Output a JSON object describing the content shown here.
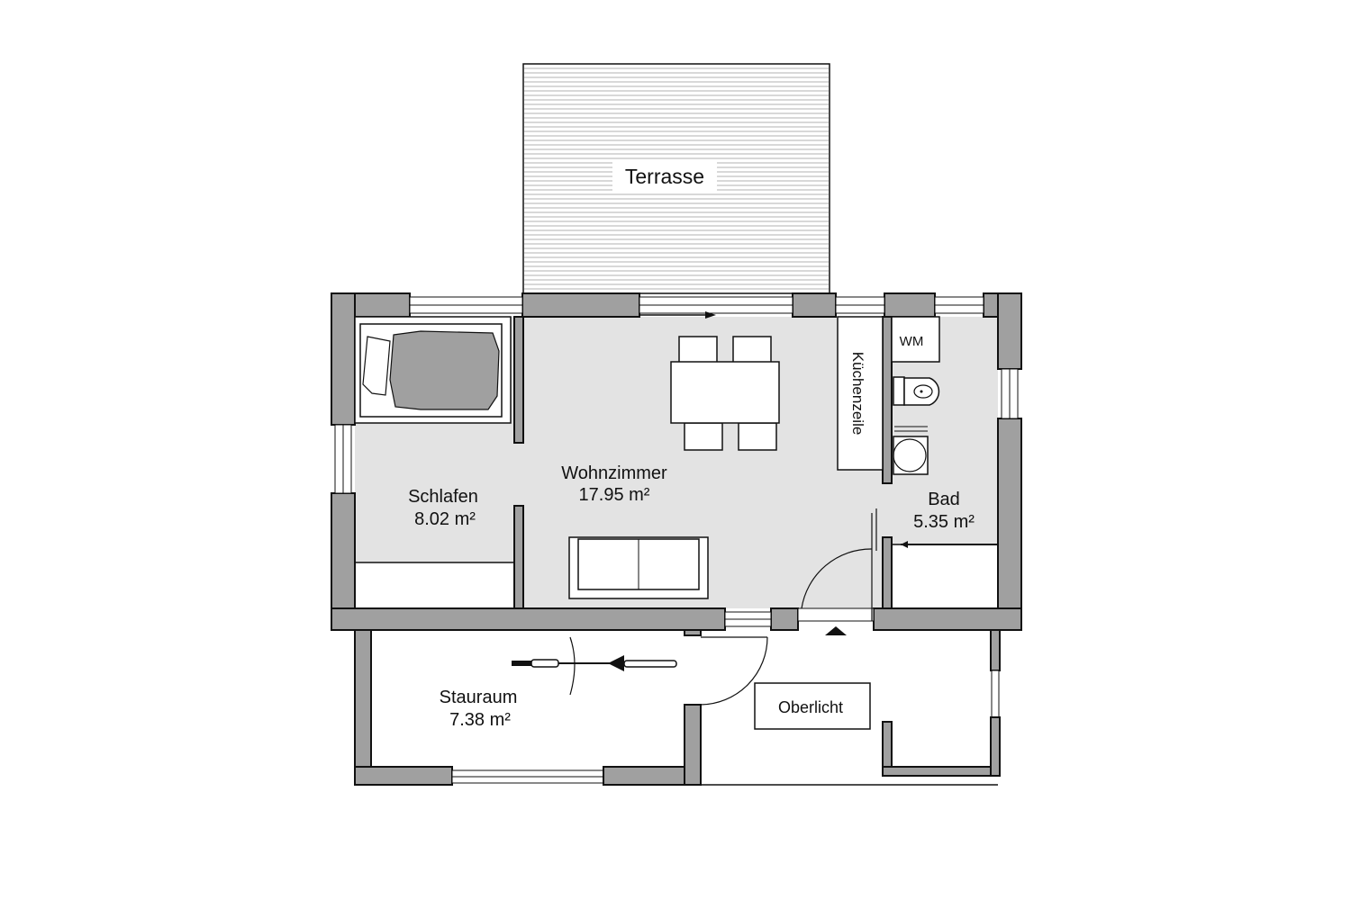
{
  "terrace": {
    "label": "Terrasse"
  },
  "rooms": {
    "schlafen": {
      "name": "Schlafen",
      "area": "8.02 m²"
    },
    "wohnzimmer": {
      "name": "Wohnzimmer",
      "area": "17.95 m²"
    },
    "bad": {
      "name": "Bad",
      "area": "5.35 m²"
    },
    "stauraum": {
      "name": "Stauraum",
      "area": "7.38 m²"
    }
  },
  "fixtures": {
    "kitchen": "Küchenzeile",
    "washer": "WM",
    "skylight": "Oberlicht"
  },
  "colors": {
    "wall": "#a0a0a0",
    "floor": "#e3e3e3",
    "terrace_lines": "#999999"
  }
}
